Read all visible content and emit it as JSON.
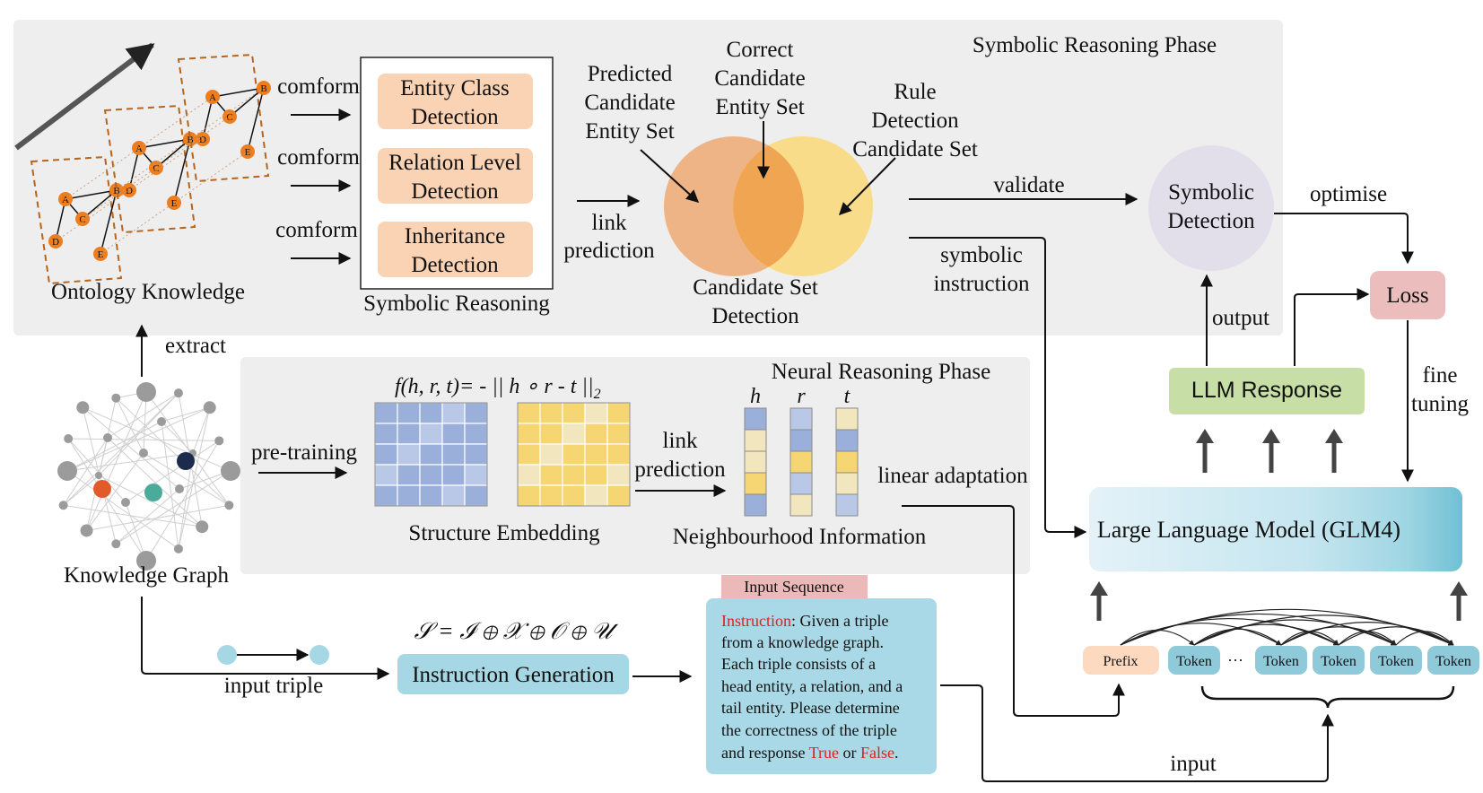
{
  "phases": {
    "symbolic": "Symbolic Reasoning Phase",
    "neural": "Neural Reasoning Phase"
  },
  "ontology": {
    "label": "Ontology Knowledge",
    "node_labels": [
      "A",
      "B",
      "C",
      "D",
      "E"
    ],
    "conform_label": "comform"
  },
  "symbolic_reasoning": {
    "label": "Symbolic Reasoning",
    "items": [
      [
        "Entity Class",
        "Detection"
      ],
      [
        "Relation Level",
        "Detection"
      ],
      [
        "Inheritance",
        "Detection"
      ]
    ]
  },
  "link_prediction": [
    "link",
    "prediction"
  ],
  "venn": {
    "predicted": [
      "Predicted",
      "Candidate",
      "Entity Set"
    ],
    "correct": [
      "Correct",
      "Candidate",
      "Entity Set"
    ],
    "rule": [
      "Rule",
      "Detection",
      "Candidate Set"
    ],
    "bottom": [
      "Candidate Set",
      "Detection"
    ]
  },
  "validate": "validate",
  "symbolic_instruction": [
    "symbolic",
    "instruction"
  ],
  "symbolic_detection": [
    "Symbolic",
    "Detection"
  ],
  "optimise": "optimise",
  "loss": "Loss",
  "output": "output",
  "fine_tuning": [
    "fine",
    "tuning"
  ],
  "llm_response": "LLM Response",
  "llm": "Large Language Model (GLM4)",
  "extract": "extract",
  "knowledge_graph": "Knowledge Graph",
  "pre_training": "pre-training",
  "formula": {
    "lhs": "f(h, r, t)",
    "rhs": "= - || h ∘ r - t ||",
    "sub": "2"
  },
  "structure_embedding": "Structure Embedding",
  "neighbourhood": {
    "label": "Neighbourhood Information",
    "vectors": [
      "h",
      "r",
      "t"
    ]
  },
  "linear_adaptation": "linear adaptation",
  "input_triple": "input triple",
  "instruction_formula": "𝒮 = ℐ ⊕ 𝒳 ⊕ 𝒪 ⊕ 𝒰",
  "instruction_generation": "Instruction Generation",
  "input_sequence": {
    "tag": "Input Sequence",
    "keyword": "Instruction",
    "lines": [
      ": Given a triple",
      "from a knowledge graph.",
      "Each triple consists of a",
      "head entity, a relation, and a",
      "tail entity. Please determine",
      "the correctness of the triple",
      "and response "
    ],
    "true_word": "True",
    "or_word": " or ",
    "false_word": "False",
    "end": "."
  },
  "tokens": {
    "prefix": "Prefix",
    "token": "Token",
    "ellipsis": "···",
    "count": 5
  },
  "input": "input",
  "colors": {
    "panel": "#eeeeee",
    "salmon": "#f9d3b4",
    "orange_node": "#ee7d1e",
    "dash_brown": "#b5651d",
    "venn_left": "#efb486",
    "venn_right": "#f8dc8a",
    "venn_overlap": "#f0a552",
    "sym_det": "#e3dfea",
    "loss": "#ebbdbd",
    "llm_resp": "#c7dea6",
    "llm_from": "#e4f2f8",
    "llm_to": "#7fc9da",
    "teal": "#a5d8e4",
    "token": "#8fcadb",
    "prefix": "#fcd9bf",
    "seq_tag": "#ebbab8",
    "seq_box": "#a9d9e6",
    "red": "#e02020",
    "blue_cell": "#9aafd9",
    "blue_cell_light": "#b9c8e6",
    "yellow_cell": "#f5d673",
    "yellow_cell_light": "#f1e6bd",
    "kg_red": "#e35a2a",
    "kg_teal": "#4bab9a",
    "kg_navy": "#1c2b4d"
  },
  "icons": [
    "arrow-icon",
    "brace-icon",
    "graph-node-icon"
  ]
}
